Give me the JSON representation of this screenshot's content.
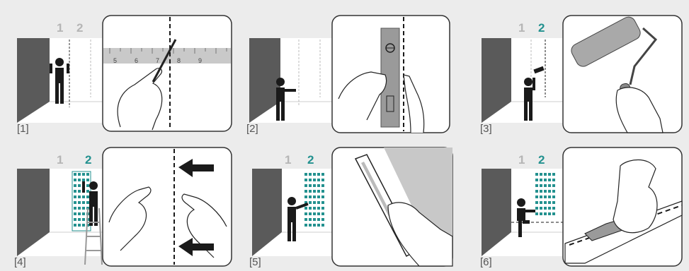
{
  "steps": [
    {
      "label": "[1]",
      "col1": "1",
      "col2": "2",
      "col2_color": "#b5b5b5"
    },
    {
      "label": "[2]"
    },
    {
      "label": "[3]",
      "col1": "1",
      "col2": "2",
      "col2_color": "#23918f"
    },
    {
      "label": "[4]",
      "col1": "1",
      "col2": "2",
      "col2_color": "#23918f"
    },
    {
      "label": "[5]",
      "col1": "1",
      "col2": "2",
      "col2_color": "#23918f"
    },
    {
      "label": "[6]",
      "col1": "1",
      "col2": "2",
      "col2_color": "#23918f"
    }
  ],
  "ruler": {
    "ticks": [
      "5",
      "6",
      "7",
      "8",
      "9"
    ]
  },
  "colors": {
    "teal": "#23918f",
    "dark": "#1a1a1a",
    "grey": "#b5b5b5",
    "wall": "#555555"
  },
  "icons": [
    "measuring-ruler-icon",
    "pencil-icon",
    "spirit-level-icon",
    "paint-roller-icon",
    "hand-icon",
    "arrow-left-icon",
    "trowel-icon",
    "utility-knife-icon",
    "ladder-icon",
    "worker-icon"
  ]
}
